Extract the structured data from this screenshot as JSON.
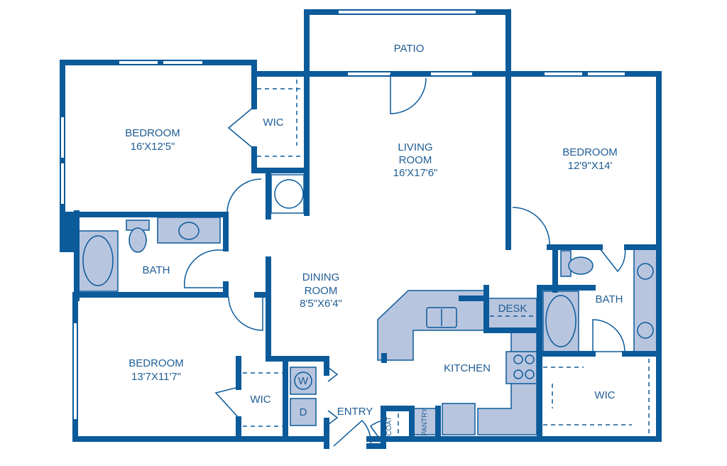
{
  "colors": {
    "wall": "#0b5a9a",
    "fixture": "#b8c5df",
    "text": "#1f5d94"
  },
  "rooms": {
    "patio": {
      "name": "PATIO"
    },
    "living": {
      "name1": "LIVING",
      "name2": "ROOM",
      "size": "16'X17'6\""
    },
    "bedroom1": {
      "name": "BEDROOM",
      "size": "16'X12'5\""
    },
    "bedroom2": {
      "name": "BEDROOM",
      "size": "12'9\"X14'"
    },
    "bedroom3": {
      "name": "BEDROOM",
      "size": "13'7X11'7\""
    },
    "dining": {
      "name1": "DINING",
      "name2": "ROOM",
      "size": "8'5\"X6'4\""
    },
    "wic1": {
      "name": "WIC"
    },
    "wic2": {
      "name": "WIC"
    },
    "wic3": {
      "name": "WIC"
    },
    "bath1": {
      "name": "BATH"
    },
    "bath2": {
      "name": "BATH"
    },
    "kitchen": {
      "name": "KITCHEN"
    },
    "desk": {
      "name": "DESK"
    },
    "entry": {
      "name": "ENTRY"
    },
    "coat": {
      "name": "COAT"
    },
    "pantry": {
      "name": "PANTRY"
    }
  },
  "appliances": {
    "washer": "W",
    "dryer": "D"
  }
}
